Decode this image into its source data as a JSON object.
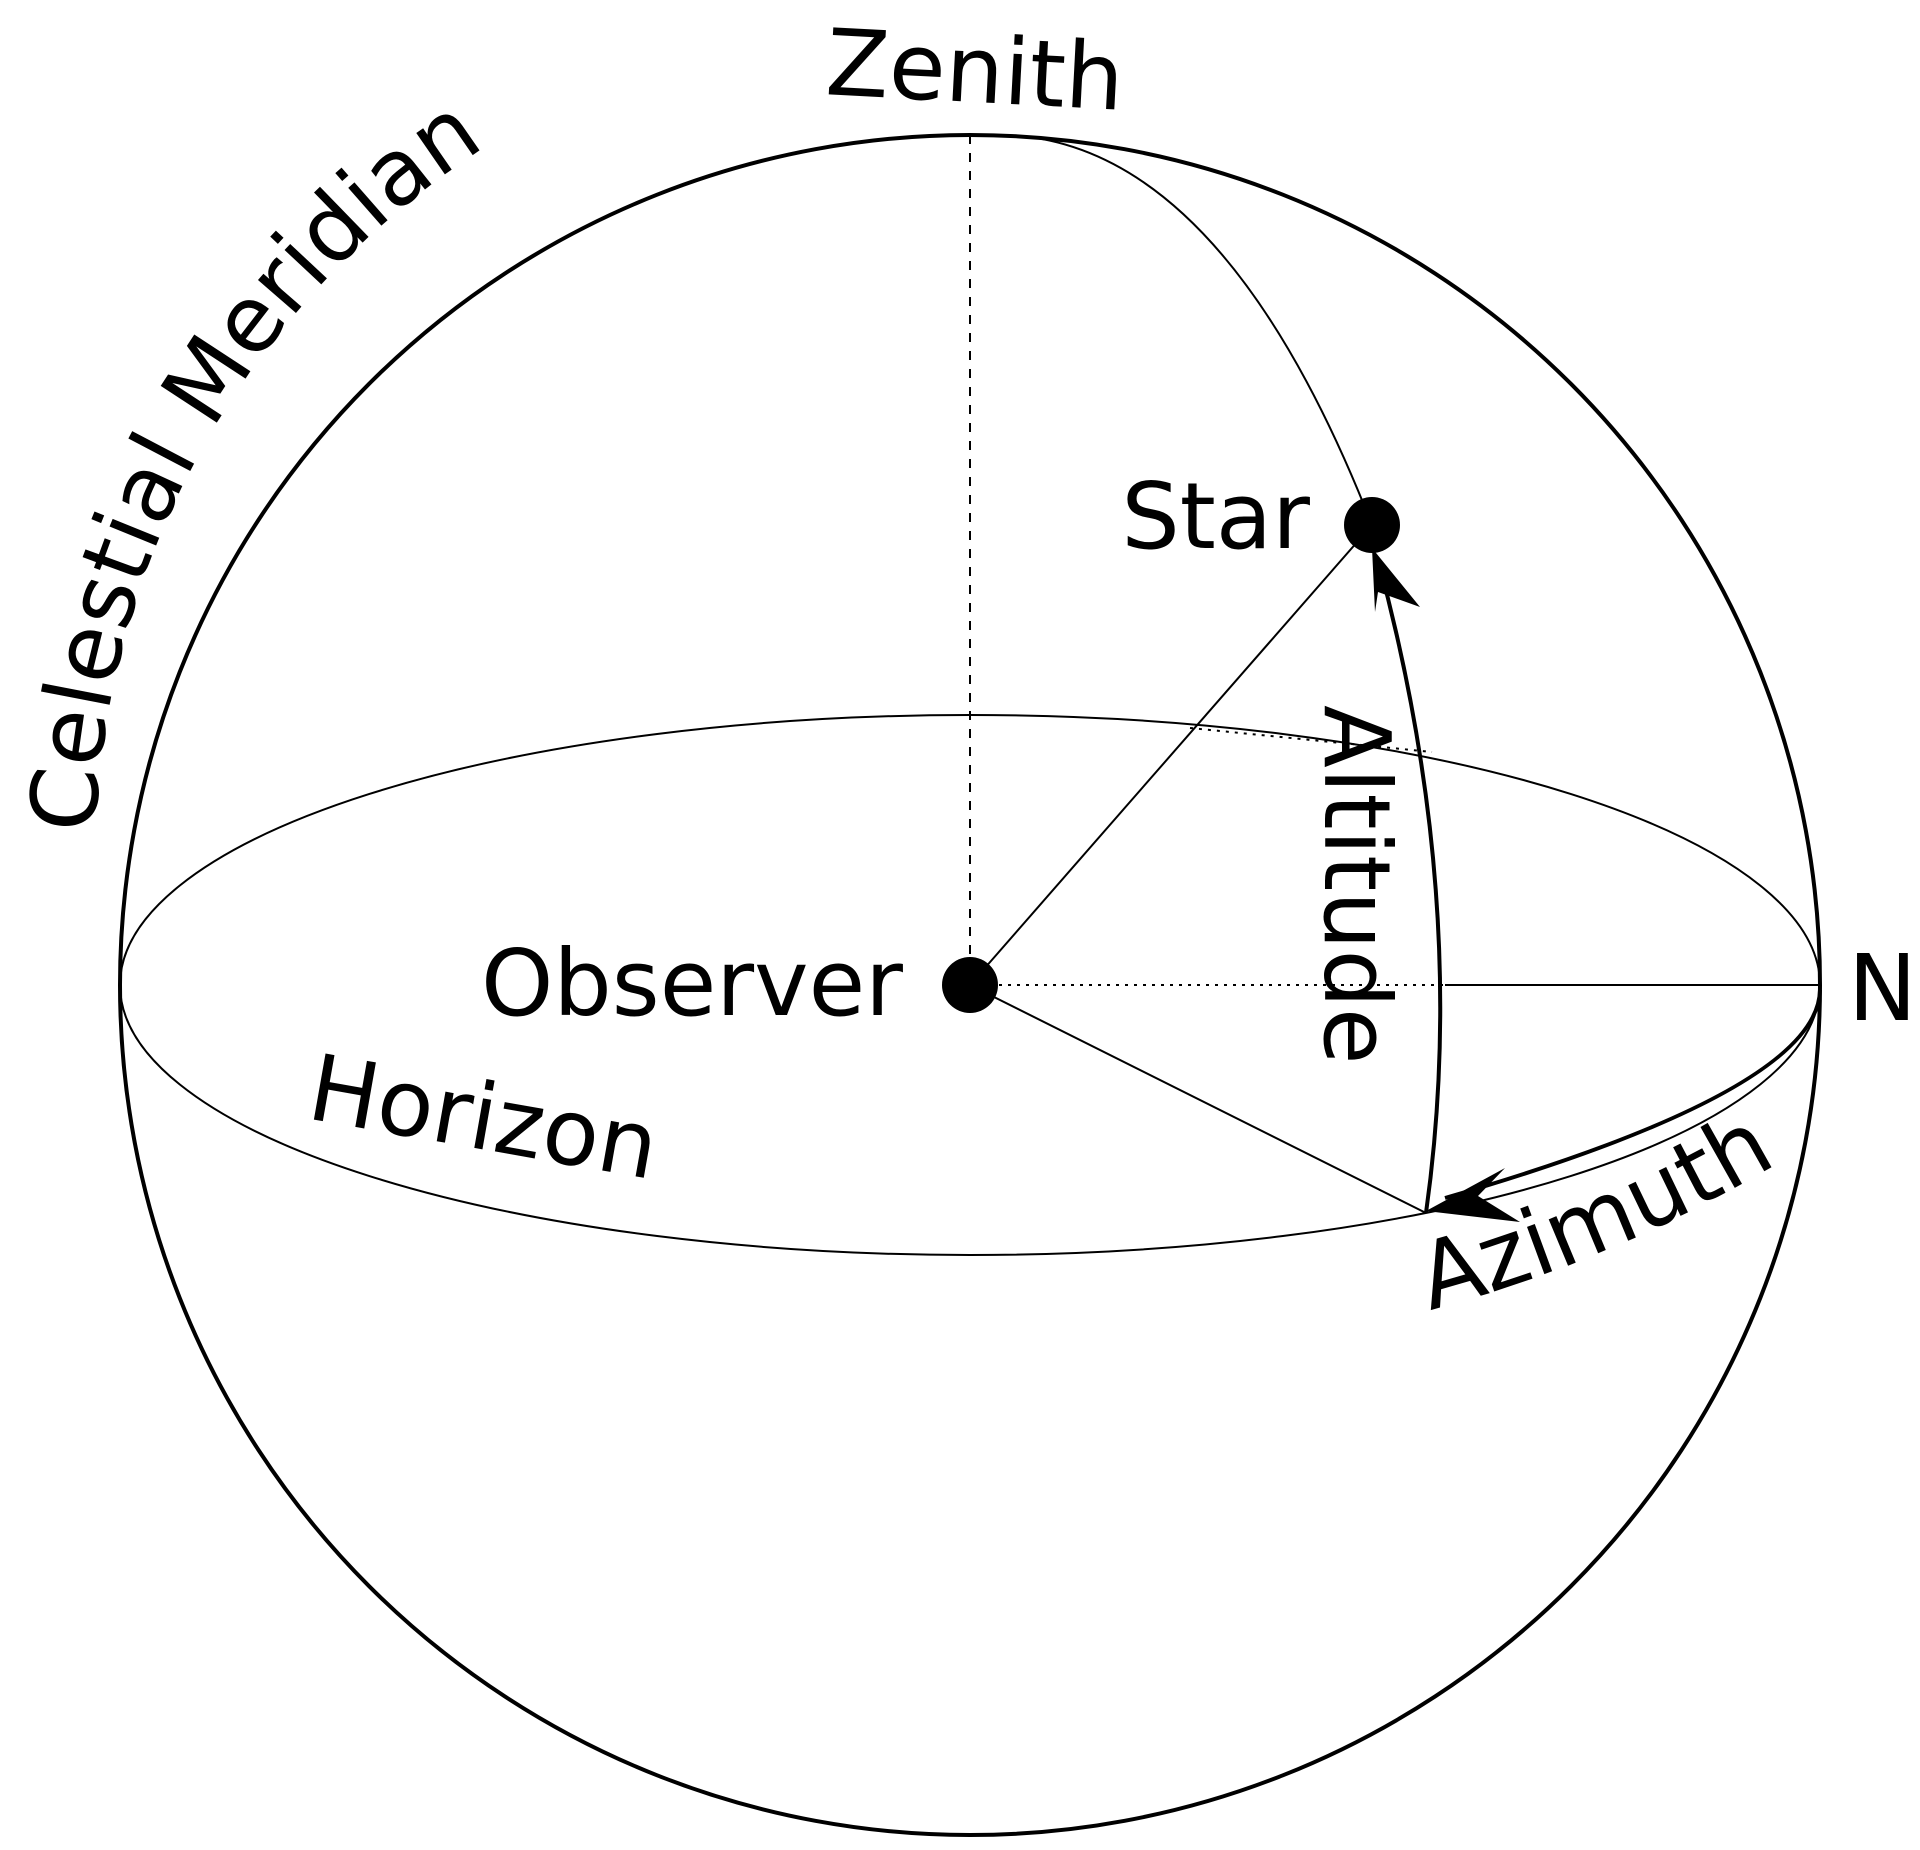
{
  "labels": {
    "zenith": "Zenith",
    "celestial_meridian": "Celestial Meridian",
    "star": "Star",
    "observer": "Observer",
    "horizon": "Horizon",
    "altitude": "Altitude",
    "azimuth": "Azimuth",
    "north": "N"
  },
  "colors": {
    "line": "#000000",
    "background": "#ffffff"
  }
}
